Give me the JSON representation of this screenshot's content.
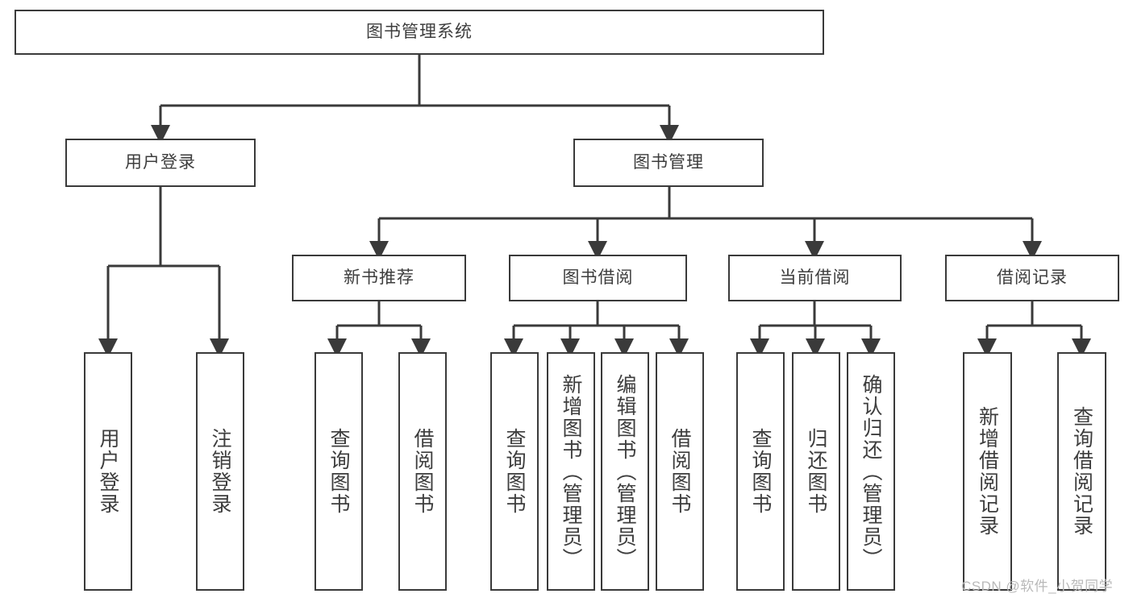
{
  "diagram": {
    "title": "图书管理系统",
    "type": "tree-hierarchy-diagram",
    "root": {
      "label": "图书管理系统"
    },
    "level2": [
      {
        "label": "用户登录"
      },
      {
        "label": "图书管理"
      }
    ],
    "level3": [
      {
        "label": "新书推荐"
      },
      {
        "label": "图书借阅"
      },
      {
        "label": "当前借阅"
      },
      {
        "label": "借阅记录"
      }
    ],
    "leaves": {
      "user_login": [
        {
          "label": "用户登录"
        },
        {
          "label": "注销登录"
        }
      ],
      "new_book_recommend": [
        {
          "label": "查询图书"
        },
        {
          "label": "借阅图书"
        }
      ],
      "book_borrow": [
        {
          "label": "查询图书"
        },
        {
          "label": "新增图书（管理员）"
        },
        {
          "label": "编辑图书（管理员）"
        },
        {
          "label": "借阅图书"
        }
      ],
      "current_borrow": [
        {
          "label": "查询图书"
        },
        {
          "label": "归还图书"
        },
        {
          "label": "确认归还（管理员）"
        }
      ],
      "borrow_record": [
        {
          "label": "新增借阅记录"
        },
        {
          "label": "查询借阅记录"
        }
      ]
    }
  },
  "watermark": {
    "text": "CSDN @软件_小贺同学"
  },
  "colors": {
    "stroke": "#3a3a3a",
    "text": "#3d3d3d",
    "background": "#ffffff",
    "watermark": "#b9b9b9"
  }
}
